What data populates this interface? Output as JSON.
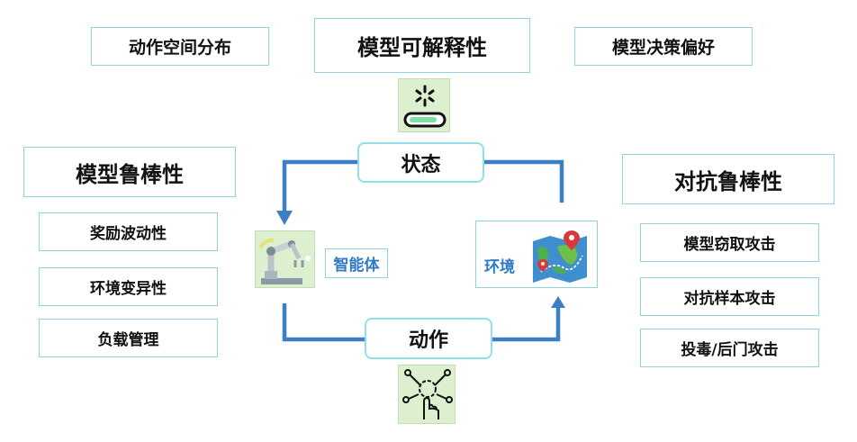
{
  "top": {
    "left_label": "动作空间分布",
    "center_title": "模型可解释性",
    "right_label": "模型决策偏好"
  },
  "left": {
    "title": "模型鲁棒性",
    "items": [
      "奖励波动性",
      "环境变异性",
      "负载管理"
    ]
  },
  "right": {
    "title": "对抗鲁棒性",
    "items": [
      "模型窃取攻击",
      "对抗样本攻击",
      "投毒/后门攻击"
    ]
  },
  "loop": {
    "state_label": "状态",
    "action_label": "动作",
    "agent_label": "智能体",
    "env_label": "环境"
  },
  "colors": {
    "loop_line": "#3d7fc4",
    "box_border": "#8fd3dc",
    "icon_tile": "#dcefcf",
    "accent_label": "#2d7bc4"
  },
  "icons": {
    "state": "toggle-switch-icon",
    "action": "touch-gear-icon",
    "agent": "robot-arm-icon",
    "env": "map-pin-icon"
  }
}
